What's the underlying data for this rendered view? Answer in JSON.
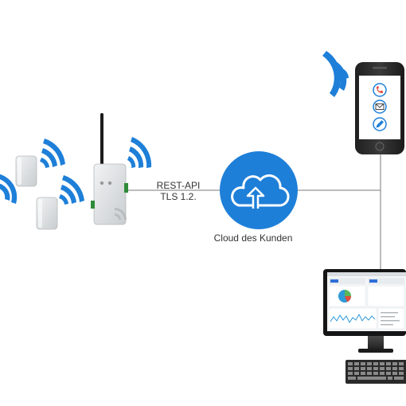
{
  "labels": {
    "api": "REST-API",
    "tls": "TLS 1.2.",
    "cloud": "Cloud des Kunden"
  },
  "icons": {
    "wifi": "wifi-signal-icon",
    "cloud": "cloud-upload-icon",
    "phone_call": "phone-icon",
    "phone_mail": "envelope-icon",
    "phone_edit": "pencil-icon"
  },
  "colors": {
    "accent": "#1e7fd8",
    "line": "#7a7a7a",
    "device": "#dfe2e3",
    "screen": "#1b1b1b"
  }
}
